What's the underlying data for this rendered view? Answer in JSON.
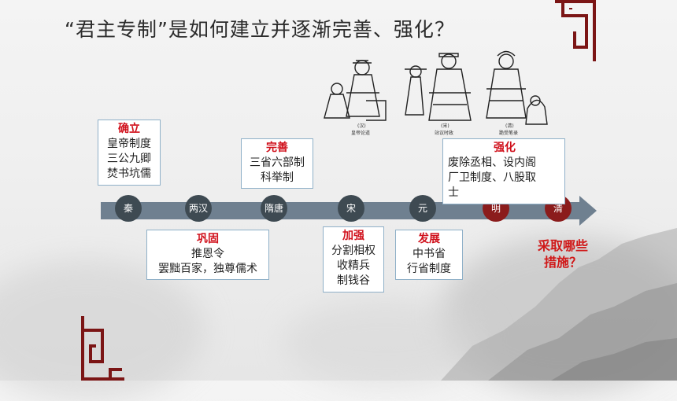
{
  "title": "“君主专制”是如何建立并逐渐完善、强化？",
  "illustration": {
    "captions": [
      "(汉)",
      "皇帝论道",
      "(宋)",
      "站议时政",
      "(清)",
      "跪受笔录"
    ]
  },
  "timeline": {
    "nodes": [
      {
        "label": "秦",
        "style": "dark"
      },
      {
        "label": "两汉",
        "style": "dark"
      },
      {
        "label": "隋唐",
        "style": "dark"
      },
      {
        "label": "宋",
        "style": "dark"
      },
      {
        "label": "元",
        "style": "dark"
      },
      {
        "label": "明",
        "style": "red"
      },
      {
        "label": "清",
        "style": "red"
      }
    ]
  },
  "cards": {
    "qin": {
      "head": "确立",
      "lines": [
        "皇帝制度",
        "三公九卿",
        "焚书坑儒"
      ]
    },
    "han": {
      "head": "巩固",
      "lines": [
        "推恩令",
        "罢黜百家，独尊儒术"
      ]
    },
    "suitang": {
      "head": "完善",
      "lines": [
        "三省六部制",
        "科举制"
      ]
    },
    "song": {
      "head": "加强",
      "lines": [
        "分割相权",
        "收精兵",
        "制钱谷"
      ]
    },
    "yuan": {
      "head": "发展",
      "lines": [
        "中书省",
        "行省制度"
      ]
    },
    "ming": {
      "head": "强化",
      "lines": [
        "废除丞相、设内阁",
        "厂卫制度、八股取",
        "士"
      ]
    }
  },
  "question": {
    "line1": "采取哪些",
    "line2": "措施？"
  },
  "colors": {
    "accent_red": "#d0101b",
    "node_dark": "#3e4a52",
    "node_red": "#8b1c1c",
    "arrow": "#6f8090",
    "card_border": "#8fb0c8"
  }
}
